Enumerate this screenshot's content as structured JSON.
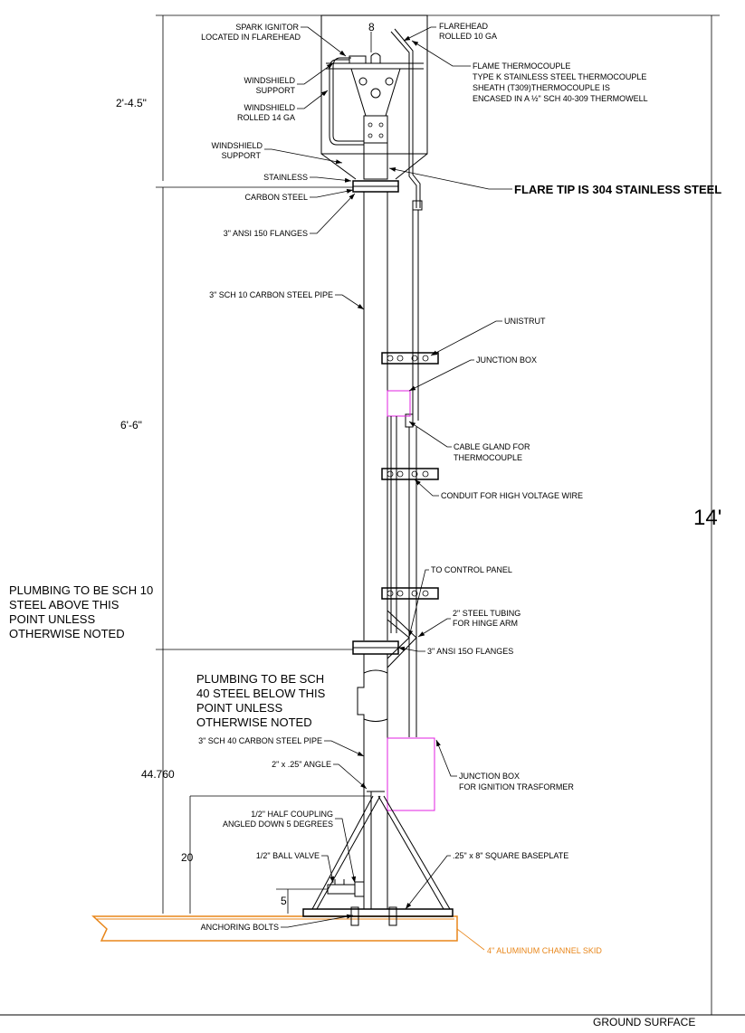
{
  "labels": {
    "spark_ignitor_1": "SPARK IGNITOR",
    "spark_ignitor_2": "LOCATED IN FLAREHEAD",
    "flarehead_1": "FLAREHEAD",
    "flarehead_2": "ROLLED 10 GA",
    "flame_tc_1": "FLAME THERMOCOUPLE",
    "flame_tc_2": "TYPE K STAINLESS STEEL THERMOCOUPLE",
    "flame_tc_3": "SHEATH (T309)THERMOCOUPLE IS",
    "flame_tc_4": "ENCASED IN A ½\" SCH 40-309 THERMOWELL",
    "ws_support_a_1": "WINDSHIELD",
    "ws_support_a_2": "SUPPORT",
    "ws_rolled_1": "WINDSHIELD",
    "ws_rolled_2": "ROLLED 14 GA",
    "ws_support_b_1": "WINDSHIELD",
    "ws_support_b_2": "SUPPORT",
    "stainless": "STAINLESS",
    "carbon_steel": "CARBON STEEL",
    "flare_tip": "FLARE TIP IS 304 STAINLESS STEEL",
    "flanges_top": "3\" ANSI 150 FLANGES",
    "pipe_sch10": "3\" SCH 10 CARBON STEEL PIPE",
    "unistrut": "UNISTRUT",
    "junction_box_top": "JUNCTION BOX",
    "cable_gland_1": "CABLE GLAND FOR",
    "cable_gland_2": "THERMOCOUPLE",
    "conduit": "CONDUIT FOR HIGH VOLTAGE WIRE",
    "to_control": "TO CONTROL PANEL",
    "tubing_1": "2\" STEEL TUBING",
    "tubing_2": "FOR HINGE ARM",
    "flanges_bottom": "3\" ANSI 15O FLANGES",
    "note_above_1": "PLUMBING TO BE SCH 10",
    "note_above_2": "STEEL ABOVE THIS",
    "note_above_3": "POINT UNLESS",
    "note_above_4": "OTHERWISE NOTED",
    "note_below_1": "PLUMBING TO BE SCH",
    "note_below_2": "40 STEEL BELOW THIS",
    "note_below_3": "POINT UNLESS",
    "note_below_4": "OTHERWISE NOTED",
    "pipe_sch40": "3\" SCH 40 CARBON STEEL PIPE",
    "angle": "2\" x .25\" ANGLE",
    "junction_box_bottom_1": "JUNCTION BOX",
    "junction_box_bottom_2": "FOR IGNITION TRASFORMER",
    "half_coupling_1": "1/2\" HALF COUPLING",
    "half_coupling_2": "ANGLED DOWN 5 DEGREES",
    "ball_valve": "1/2\" BALL VALVE",
    "baseplate": ".25\" x 8\" SQUARE BASEPLATE",
    "anchoring_bolts": "ANCHORING BOLTS",
    "skid": "4\" ALUMINUM CHANNEL SKID",
    "ground": "GROUND SURFACE"
  },
  "dimensions": {
    "flarehead_gap": "8",
    "head_height": "2'-4.5\"",
    "mast_height": "6'-6\"",
    "total_height": "14'",
    "lower_height": "44.760",
    "brace_height": "20",
    "valve_height": "5"
  },
  "colors": {
    "line": "#000000",
    "junction_box": "#e021e0",
    "skid": "#e8861a"
  }
}
